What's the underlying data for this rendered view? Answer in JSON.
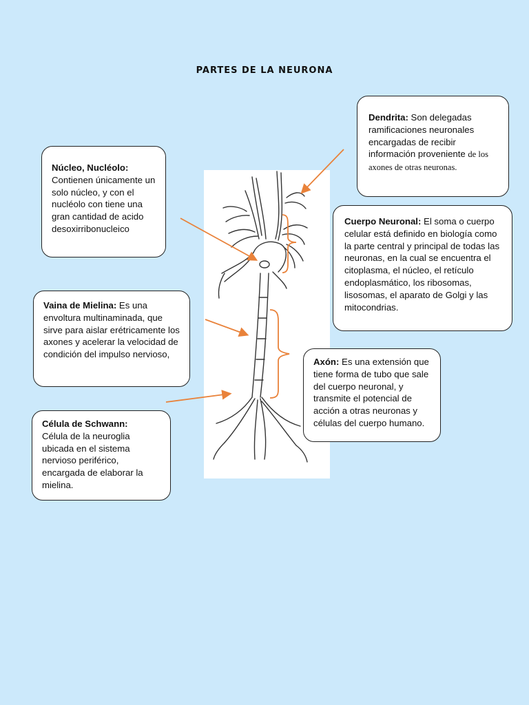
{
  "title": "PARTES DE LA NEURONA",
  "colors": {
    "background": "#cce9fb",
    "arrow": "#e9823a",
    "box_border": "#222222"
  },
  "boxes": {
    "dendrita": {
      "term": "Dendrita:",
      "text": " Son delegadas ramificaciones neuronales encargadas de recibir información proveniente ",
      "text_tail": "de los axones de otras neuronas."
    },
    "nucleo": {
      "term": "Núcleo, Nucléolo:",
      "text": "Contienen únicamente un solo núcleo, y con el nucléolo con tiene una gran cantidad de acido desoxirribonucleico"
    },
    "cuerpo": {
      "term": "Cuerpo Neuronal:",
      "text": " El soma o cuerpo celular está definido en biología como la parte central y principal de todas las neuronas, en la cual se encuentra el citoplasma, el núcleo, el retículo endoplasmático, los ribosomas, lisosomas, el aparato de Golgi y las mitocondrias."
    },
    "mielina": {
      "term": "Vaina de Mielina:",
      "text": " Es una envoltura multinaminada, que sirve para aislar erétricamente los axones y acelerar la velocidad de condición del impulso nervioso,"
    },
    "axon": {
      "term": "Axón:",
      "text": " Es una extensión que tiene forma de tubo que sale del cuerpo neuronal, y transmite el potencial de acción a otras neuronas  y células del cuerpo humano."
    },
    "schwann": {
      "term": "Célula de Schwann:",
      "text": "Célula de la neuroglia ubicada en el sistema nervioso periférico, encargada de elaborar la mielina."
    }
  }
}
